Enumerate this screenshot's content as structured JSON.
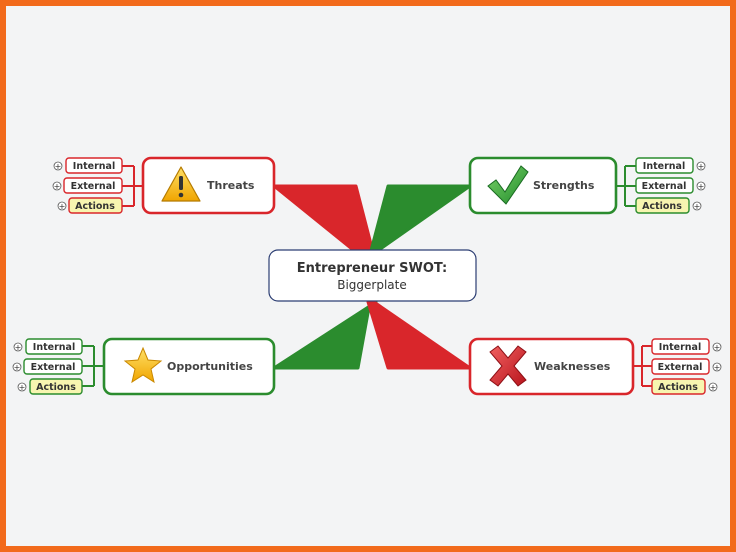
{
  "central": {
    "title": "Entrepreneur SWOT:",
    "subtitle": "Biggerplate"
  },
  "colors": {
    "red": "#d9262b",
    "green": "#2b8c2e",
    "actions_fill": "#f7f5b0",
    "background": "#f3f4f5",
    "frame": "#f26a1b"
  },
  "branches": {
    "threats": {
      "label": "Threats",
      "icon": "warning-icon",
      "color": "red"
    },
    "strengths": {
      "label": "Strengths",
      "icon": "checkmark-icon",
      "color": "green"
    },
    "opportunities": {
      "label": "Opportunities",
      "icon": "star-icon",
      "color": "green"
    },
    "weaknesses": {
      "label": "Weaknesses",
      "icon": "cross-icon",
      "color": "red"
    }
  },
  "subtopics": {
    "internal": "Internal",
    "external": "External",
    "actions": "Actions"
  },
  "expand_symbol": "+"
}
